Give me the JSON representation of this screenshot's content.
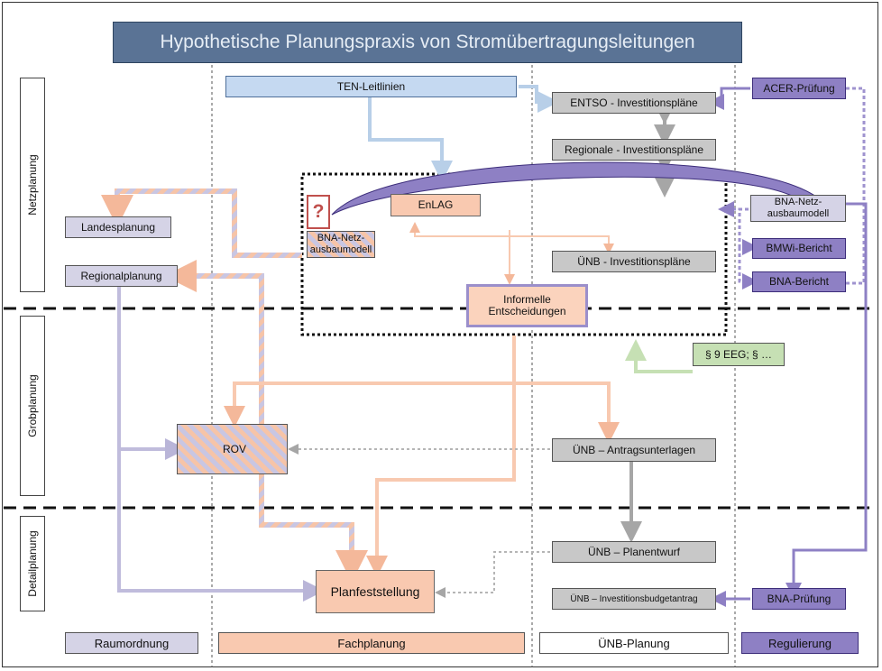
{
  "title": "Hypothetische Planungspraxis von Stromübertragungsleitungen",
  "phases": {
    "netzplanung": "Netzplanung",
    "grobplanung": "Grobplanung",
    "detailplanung": "Detailplanung"
  },
  "nodes": {
    "ten_leitlinien": "TEN-Leitlinien",
    "entso": "ENTSO - Investitionspläne",
    "acer": "ACER-Prüfung",
    "regionale": "Regionale - Investitionspläne",
    "enlag": "EnLAG",
    "bna_netz_mid": "BNA-Netz-\nausbaumodell",
    "bna_netz_right": "BNA-Netz-\nausbaumodell",
    "question": "?",
    "landesplanung": "Landesplanung",
    "regionalplanung": "Regionalplanung",
    "uenb_invest": "ÜNB - Investitionspläne",
    "bmwi": "BMWi-Bericht",
    "bna_bericht": "BNA-Bericht",
    "informelle": "Informelle\nEntscheidungen",
    "eeg": "§ 9 EEG; § …",
    "rov": "ROV",
    "uenb_antrag": "ÜNB – Antragsunterlagen",
    "uenb_planentwurf": "ÜNB – Planentwurf",
    "planfeststellung": "Planfeststellung",
    "uenb_budget": "ÜNB – Investitionsbudgetantrag",
    "bna_pruefung": "BNA-Prüfung"
  },
  "legend": {
    "raumordnung": "Raumordnung",
    "fachplanung": "Fachplanung",
    "uenb_planung": "ÜNB-Planung",
    "regulierung": "Regulierung"
  },
  "colors": {
    "title_bg": "#5a7395",
    "raumordnung": "#d5d3e6",
    "fachplanung": "#f9c9b0",
    "uenb": "#c8c8c8",
    "regulierung": "#8e80c4",
    "ten": "#c5d9f1",
    "eeg": "#c6e0b4"
  }
}
